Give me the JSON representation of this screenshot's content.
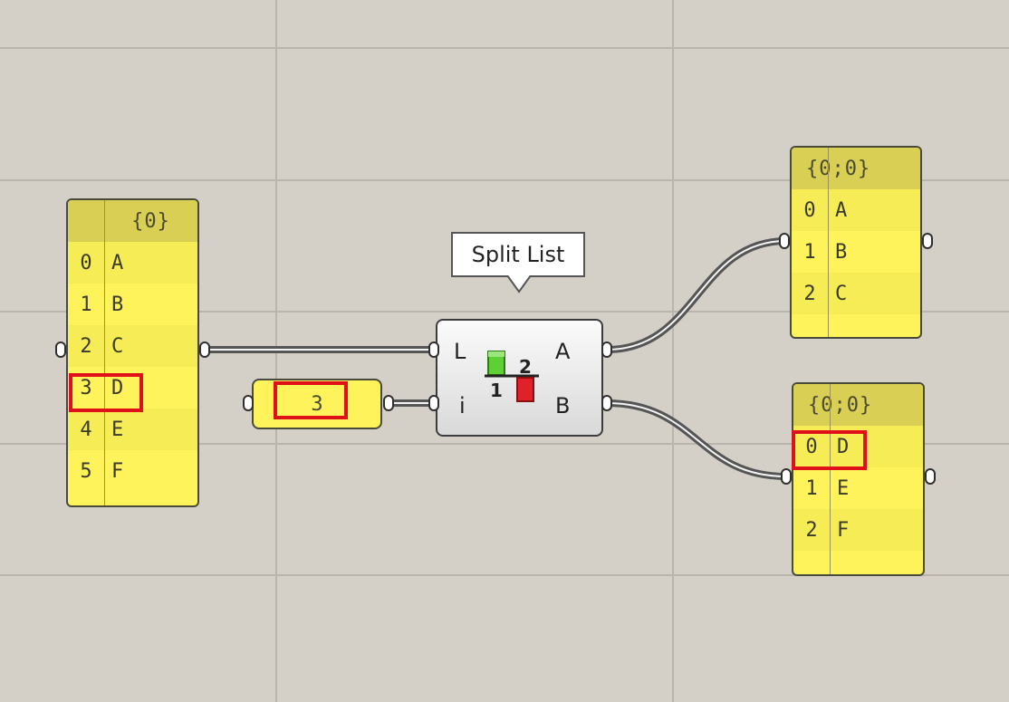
{
  "canvas": {
    "background_color": "#d4d0c8",
    "grid_color": "#b9b5ad",
    "wire_color": "#555555"
  },
  "source_list_panel": {
    "header": "{0}",
    "rows": [
      {
        "index": "0",
        "value": "A"
      },
      {
        "index": "1",
        "value": "B"
      },
      {
        "index": "2",
        "value": "C"
      },
      {
        "index": "3",
        "value": "D"
      },
      {
        "index": "4",
        "value": "E"
      },
      {
        "index": "5",
        "value": "F"
      }
    ],
    "highlighted_row_index": "3"
  },
  "split_index_param": {
    "value": "3"
  },
  "split_list_component": {
    "tooltip": "Split List",
    "inputs": [
      "L",
      "i"
    ],
    "outputs": [
      "A",
      "B"
    ],
    "icon": "split-list-icon",
    "icon_labels": {
      "top": "2",
      "bottom": "1"
    },
    "icon_colors": {
      "green": "#5fcf36",
      "red": "#e0202a"
    }
  },
  "output_a_panel": {
    "header": "{0;0}",
    "rows": [
      {
        "index": "0",
        "value": "A"
      },
      {
        "index": "1",
        "value": "B"
      },
      {
        "index": "2",
        "value": "C"
      }
    ]
  },
  "output_b_panel": {
    "header": "{0;0}",
    "rows": [
      {
        "index": "0",
        "value": "D"
      },
      {
        "index": "1",
        "value": "E"
      },
      {
        "index": "2",
        "value": "F"
      }
    ],
    "highlighted_row_index": "0"
  },
  "highlight_color": "#e0101a",
  "panel_color": "#fff35c"
}
